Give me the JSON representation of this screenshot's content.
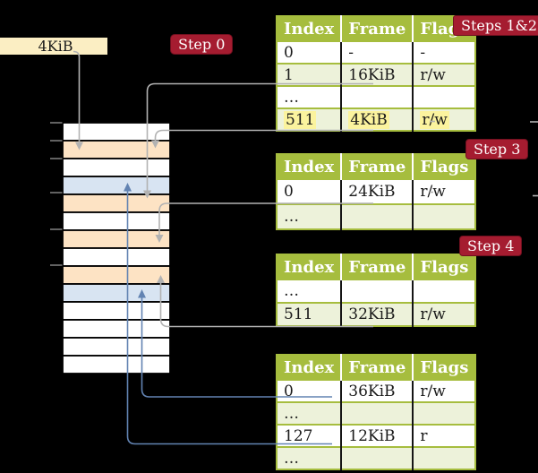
{
  "labels": {
    "frame_size": "4KiB"
  },
  "badges": {
    "step0": "Step 0",
    "steps_1_2": "Steps 1&2",
    "step3": "Step 3",
    "step4": "Step 4"
  },
  "page_tables": [
    {
      "name": "table-steps-1-2",
      "headers": [
        "Index",
        "Frame",
        "Flags"
      ],
      "rows": [
        {
          "index": "0",
          "frame": "-",
          "flags": "-"
        },
        {
          "index": "1",
          "frame": "16KiB",
          "flags": "r/w"
        },
        {
          "index": "…",
          "frame": "",
          "flags": ""
        },
        {
          "index": "511",
          "frame": "4KiB",
          "flags": "r/w",
          "highlighted": true
        }
      ]
    },
    {
      "name": "table-step-3",
      "headers": [
        "Index",
        "Frame",
        "Flags"
      ],
      "rows": [
        {
          "index": "0",
          "frame": "24KiB",
          "flags": "r/w"
        },
        {
          "index": "…",
          "frame": "",
          "flags": ""
        }
      ]
    },
    {
      "name": "table-step-4",
      "headers": [
        "Index",
        "Frame",
        "Flags"
      ],
      "rows": [
        {
          "index": "…",
          "frame": "",
          "flags": ""
        },
        {
          "index": "511",
          "frame": "32KiB",
          "flags": "r/w"
        }
      ]
    },
    {
      "name": "table-final-level",
      "headers": [
        "Index",
        "Frame",
        "Flags"
      ],
      "rows": [
        {
          "index": "0",
          "frame": "36KiB",
          "flags": "r/w"
        },
        {
          "index": "…",
          "frame": "",
          "flags": ""
        },
        {
          "index": "127",
          "frame": "12KiB",
          "flags": "r"
        },
        {
          "index": "…",
          "frame": "",
          "flags": ""
        }
      ]
    }
  ],
  "memory_column": {
    "rows": [
      {
        "kind": "free",
        "color": "#ffffff"
      },
      {
        "kind": "page-table",
        "color": "#fde3c4"
      },
      {
        "kind": "free",
        "color": "#ffffff"
      },
      {
        "kind": "mapped-page",
        "color": "#d8e4f2"
      },
      {
        "kind": "page-table",
        "color": "#fde3c4"
      },
      {
        "kind": "free",
        "color": "#ffffff"
      },
      {
        "kind": "page-table",
        "color": "#fde3c4"
      },
      {
        "kind": "free",
        "color": "#ffffff"
      },
      {
        "kind": "page-table",
        "color": "#fde3c4"
      },
      {
        "kind": "mapped-page",
        "color": "#d8e4f2"
      },
      {
        "kind": "free",
        "color": "#ffffff"
      },
      {
        "kind": "free",
        "color": "#ffffff"
      },
      {
        "kind": "free",
        "color": "#ffffff"
      },
      {
        "kind": "free",
        "color": "#ffffff"
      }
    ]
  },
  "colors": {
    "background": "#000000",
    "table_header_green": "#a6bd3e",
    "row_tint": "#edf2da",
    "highlight_yellow": "#fbf39e",
    "badge_red": "#a51c30",
    "frame_size_box_bg": "#fbeec3",
    "memory_frame_table": "#fde3c4",
    "memory_frame_page": "#d8e4f2",
    "connector_gray": "#b2b2b2",
    "connector_blue": "#6283b2",
    "tick_gray": "#8c8c8c"
  }
}
